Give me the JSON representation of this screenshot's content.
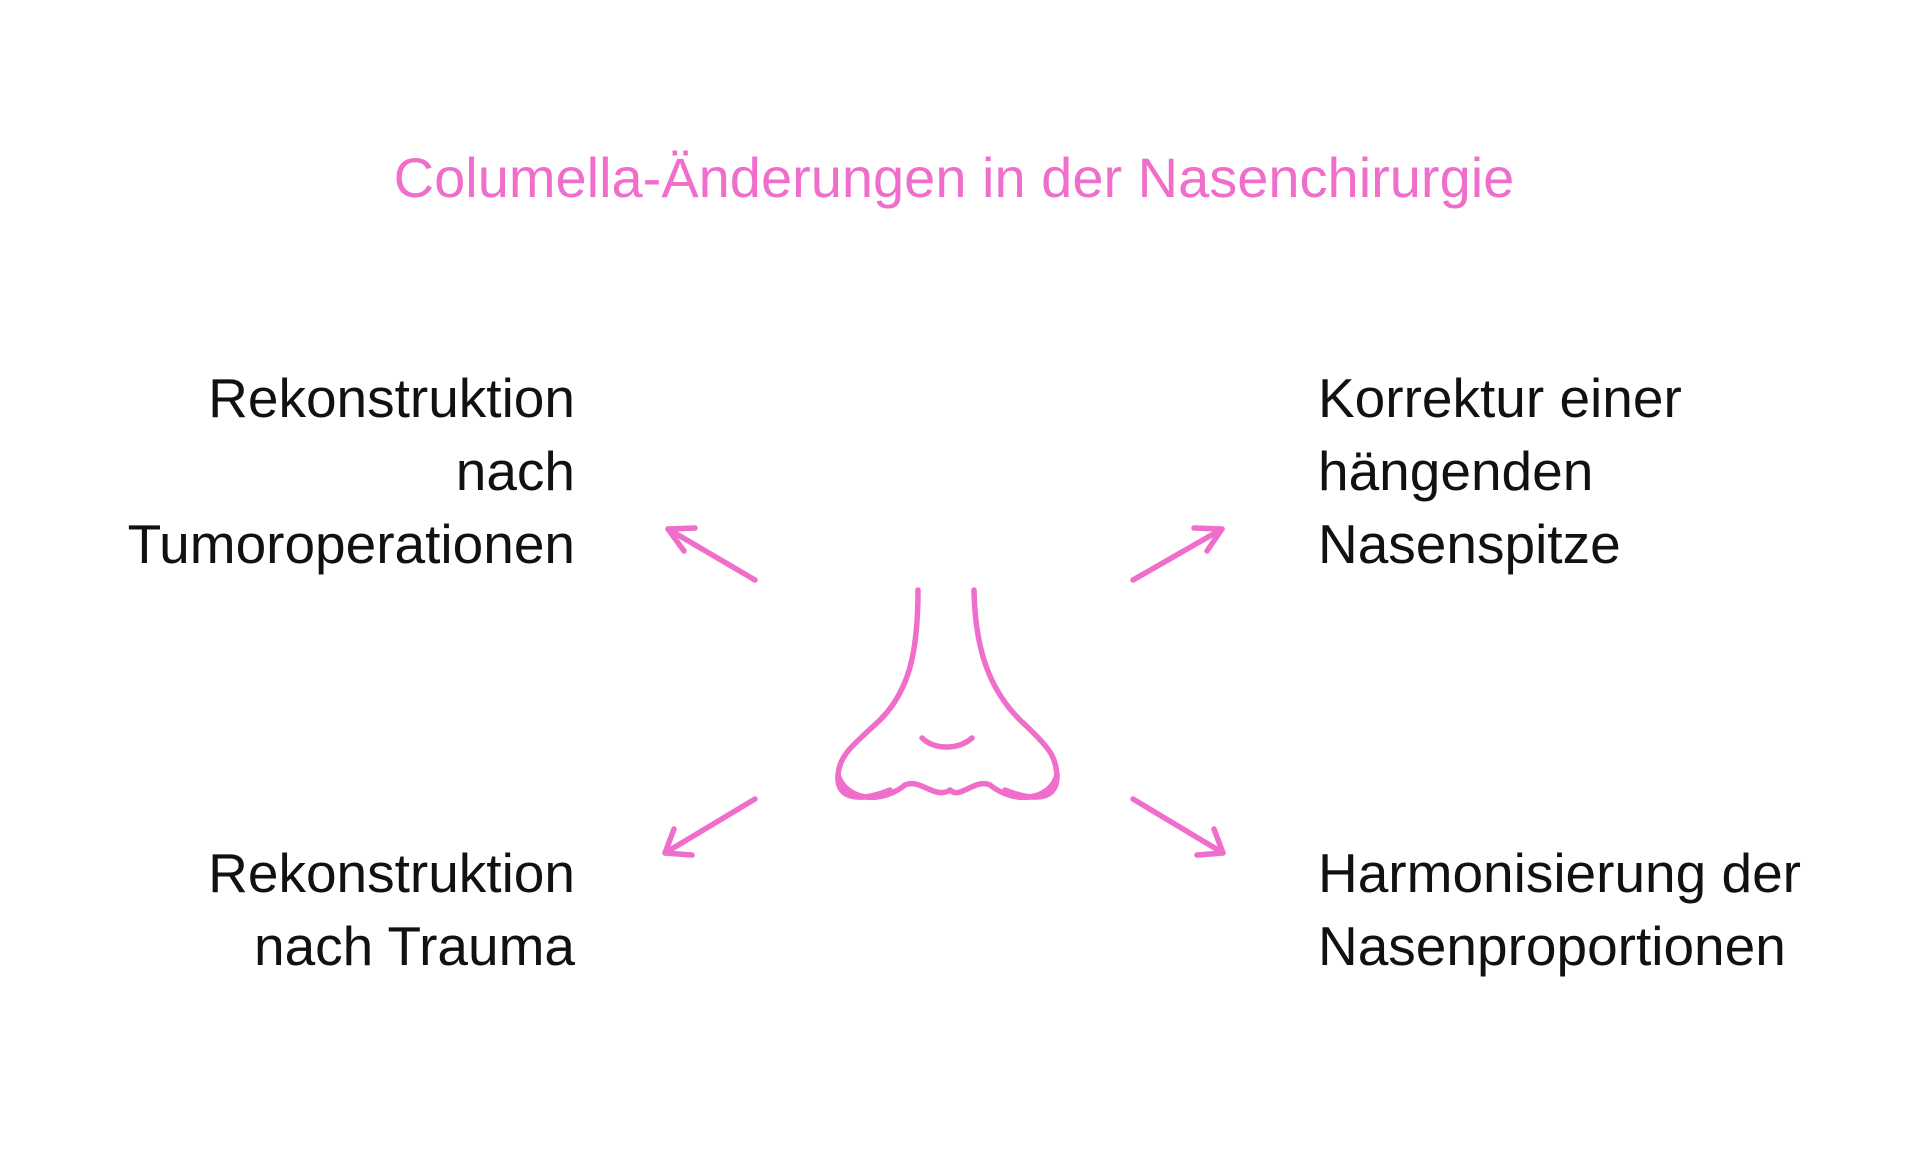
{
  "title": "Columella-Änderungen in der Nasenchirurgie",
  "accent_color": "#f06ecb",
  "text_color": "#111111",
  "center_icon": "nose-icon",
  "branches": {
    "top_left": {
      "lines": [
        "Rekonstruktion",
        "nach",
        "Tumoroperationen"
      ]
    },
    "top_right": {
      "lines": [
        "Korrektur einer",
        "hängenden",
        "Nasenspitze"
      ]
    },
    "bottom_left": {
      "lines": [
        "Rekonstruktion",
        "nach Trauma"
      ]
    },
    "bottom_right": {
      "lines": [
        "Harmonisierung der",
        "Nasenproportionen"
      ]
    }
  }
}
